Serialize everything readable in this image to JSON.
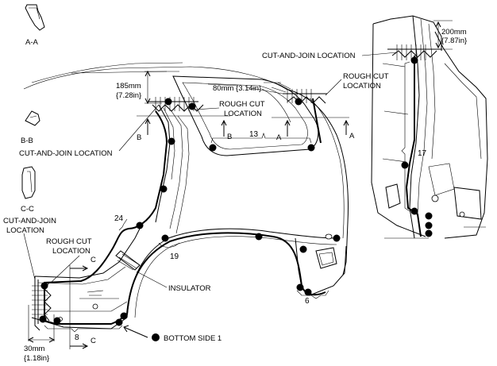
{
  "sections": {
    "a": "A-A",
    "b": "B-B",
    "c": "C-C"
  },
  "labels": {
    "cut_join_top_right": "CUT-AND-JOIN LOCATION",
    "rough_cut_right_line1": "ROUGH CUT",
    "rough_cut_right_line2": "LOCATION",
    "cut_join_mid_left": "CUT-AND-JOIN LOCATION",
    "rough_cut_mid_line1": "ROUGH CUT",
    "rough_cut_mid_line2": "LOCATION",
    "cut_join_bl_line1": "CUT-AND-JOIN",
    "cut_join_bl_line2": "LOCATION",
    "rough_cut_bl_line1": "ROUGH CUT",
    "rough_cut_bl_line2": "LOCATION",
    "insulator": "INSULATOR",
    "bottom_side": "BOTTOM SIDE 1"
  },
  "dimensions": {
    "d185_mm": "185mm",
    "d185_in": "{7.28in}",
    "d80": "80mm {3.14in}",
    "d200_mm": "200mm",
    "d200_in": "{7.87in}",
    "d30_mm": "30mm",
    "d30_in": "{1.18in}"
  },
  "section_markers": {
    "a_left": "A",
    "a_right": "A",
    "b_left": "B",
    "b_right": "B",
    "c_top": "C",
    "c_bottom": "C"
  },
  "callouts": {
    "n13": "13",
    "n17": "17",
    "n24": "24",
    "n19": "19",
    "n6": "6",
    "n8": "8"
  }
}
